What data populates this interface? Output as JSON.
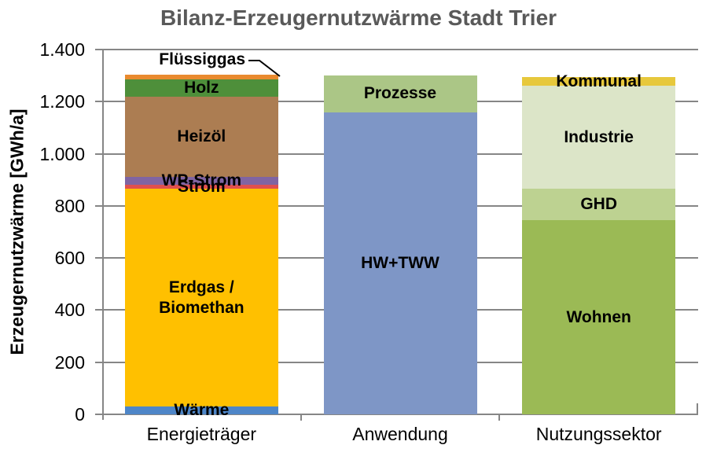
{
  "chart_data": {
    "type": "bar",
    "stacked": true,
    "title": "Bilanz-Erzeugernutzwärme Stadt Trier",
    "title_color": "#595959",
    "axis_color": "#868686",
    "ylabel": "Erzeugernutzwärme [GWh/a]",
    "ylim": [
      0,
      1400
    ],
    "ytick_interval": 200,
    "yticks": [
      "1.400",
      "1.200",
      "1.000",
      "800",
      "600",
      "400",
      "200",
      "0"
    ],
    "grid": true,
    "unit": "GWh/a",
    "categories": [
      "Energieträger",
      "Anwendung",
      "Nutzungssektor"
    ],
    "stacks": [
      {
        "category": "Energieträger",
        "segments": [
          {
            "label": "Wärme",
            "value": 30,
            "color": "#4E86C8"
          },
          {
            "label": "Erdgas /\nBiomethan",
            "value": 835,
            "color": "#FFC000"
          },
          {
            "label": "Strom",
            "value": 15,
            "color": "#E0504E"
          },
          {
            "label": "WP-Strom",
            "value": 30,
            "color": "#8064A2"
          },
          {
            "label": "Heizöl",
            "value": 310,
            "color": "#AC7D52"
          },
          {
            "label": "Holz",
            "value": 65,
            "color": "#4E8F3A"
          },
          {
            "label": "Flüssiggas",
            "value": 20,
            "color": "#E98A2E",
            "callout": true
          }
        ]
      },
      {
        "category": "Anwendung",
        "segments": [
          {
            "label": "HW+TWW",
            "value": 1160,
            "color": "#7E96C6"
          },
          {
            "label": "Prozesse",
            "value": 140,
            "color": "#ABC686"
          }
        ]
      },
      {
        "category": "Nutzungssektor",
        "segments": [
          {
            "label": "Wohnen",
            "value": 745,
            "color": "#9BBA55"
          },
          {
            "label": "GHD",
            "value": 120,
            "color": "#BDD291"
          },
          {
            "label": "Industrie",
            "value": 395,
            "color": "#DCE5C8"
          },
          {
            "label": "Kommunal",
            "value": 35,
            "color": "#E7C83C"
          }
        ]
      }
    ]
  }
}
